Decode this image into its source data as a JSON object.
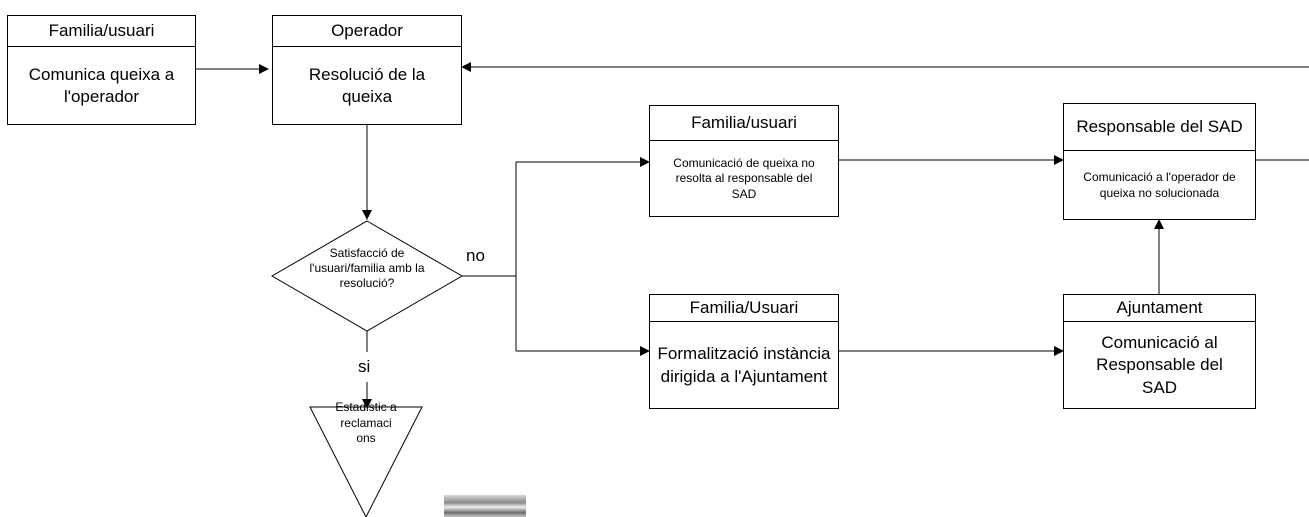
{
  "boxes": {
    "familia_usuari_1": {
      "header": "Familia/usuari",
      "body": "Comunica queixa a l'operador"
    },
    "operador": {
      "header": "Operador",
      "body": "Resolució de la queixa"
    },
    "familia_usuari_2": {
      "header": "Familia/usuari",
      "body": "Comunicació de queixa no resolta al responsable del SAD"
    },
    "responsable_sad": {
      "header": "Responsable del SAD",
      "body": "Comunicació a l'operador de queixa no solucionada"
    },
    "familia_usuari_3": {
      "header": "Familia/Usuari",
      "body": "Formalització instància dirigida a l'Ajuntament"
    },
    "ajuntament": {
      "header": "Ajuntament",
      "body": "Comunicació al Responsable del SAD"
    }
  },
  "decision": {
    "text": "Satisfacció de l'usuari/familia amb la resolució?"
  },
  "labels": {
    "no": "no",
    "si": "si"
  },
  "terminal": {
    "text": "Estadistic a reclamaci ons"
  }
}
